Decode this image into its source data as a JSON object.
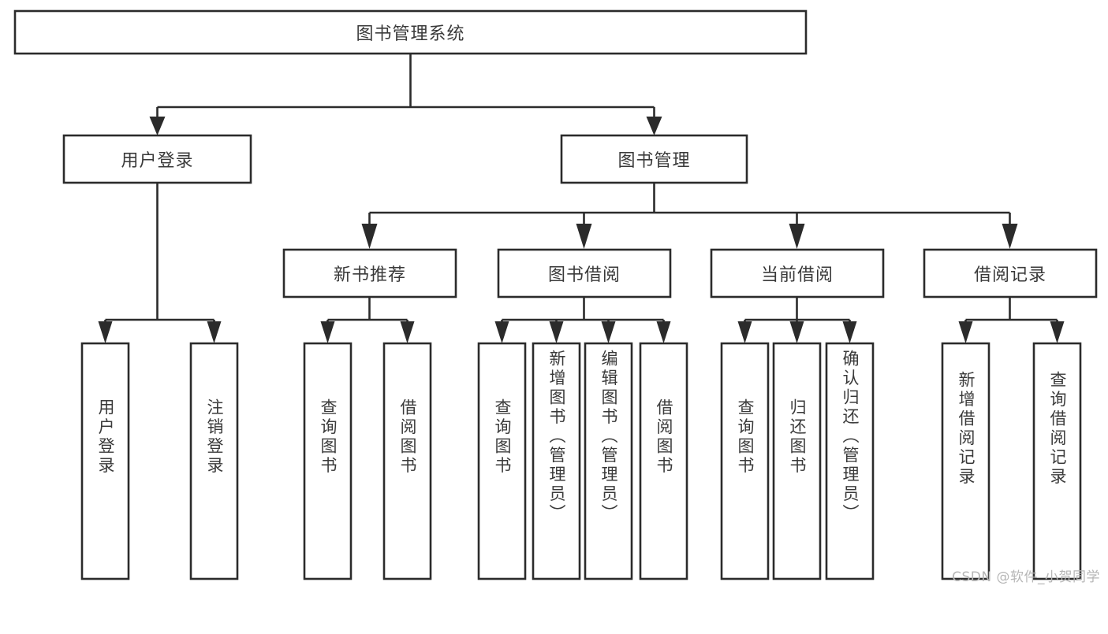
{
  "diagram": {
    "title": "图书管理系统",
    "type": "tree",
    "watermark": "CSDN @软件_小贺同学",
    "colors": {
      "stroke": "#2b2b2b",
      "fill": "#ffffff",
      "text": "#3a3a3a",
      "background": "#ffffff",
      "watermark": "#b6b6b6"
    },
    "nodes": {
      "root": {
        "label": "图书管理系统"
      },
      "level2": [
        {
          "id": "user-login",
          "label": "用户登录"
        },
        {
          "id": "book-manage",
          "label": "图书管理"
        }
      ],
      "level3": [
        {
          "id": "new-book-recommend",
          "label": "新书推荐"
        },
        {
          "id": "book-borrow",
          "label": "图书借阅"
        },
        {
          "id": "current-borrow",
          "label": "当前借阅"
        },
        {
          "id": "borrow-record",
          "label": "借阅记录"
        }
      ],
      "leaves": {
        "user-login": [
          {
            "id": "leaf-user-login",
            "label": "用户登录"
          },
          {
            "id": "leaf-logout",
            "label": "注销登录"
          }
        ],
        "new-book-recommend": [
          {
            "id": "leaf-query-book-1",
            "label": "查询图书"
          },
          {
            "id": "leaf-borrow-book-1",
            "label": "借阅图书"
          }
        ],
        "book-borrow": [
          {
            "id": "leaf-query-book-2",
            "label": "查询图书"
          },
          {
            "id": "leaf-add-book",
            "label": "新增图书（管理员）"
          },
          {
            "id": "leaf-edit-book",
            "label": "编辑图书（管理员）"
          },
          {
            "id": "leaf-borrow-book-2",
            "label": "借阅图书"
          }
        ],
        "current-borrow": [
          {
            "id": "leaf-query-book-3",
            "label": "查询图书"
          },
          {
            "id": "leaf-return-book",
            "label": "归还图书"
          },
          {
            "id": "leaf-confirm-return",
            "label": "确认归还（管理员）"
          }
        ],
        "borrow-record": [
          {
            "id": "leaf-add-record",
            "label": "新增借阅记录"
          },
          {
            "id": "leaf-query-record",
            "label": "查询借阅记录"
          }
        ]
      }
    },
    "edges": [
      {
        "from": "root",
        "to": "user-login"
      },
      {
        "from": "root",
        "to": "book-manage"
      },
      {
        "from": "book-manage",
        "to": "new-book-recommend"
      },
      {
        "from": "book-manage",
        "to": "book-borrow"
      },
      {
        "from": "book-manage",
        "to": "current-borrow"
      },
      {
        "from": "book-manage",
        "to": "borrow-record"
      },
      {
        "from": "user-login",
        "to": "leaf-user-login"
      },
      {
        "from": "user-login",
        "to": "leaf-logout"
      },
      {
        "from": "new-book-recommend",
        "to": "leaf-query-book-1"
      },
      {
        "from": "new-book-recommend",
        "to": "leaf-borrow-book-1"
      },
      {
        "from": "book-borrow",
        "to": "leaf-query-book-2"
      },
      {
        "from": "book-borrow",
        "to": "leaf-add-book"
      },
      {
        "from": "book-borrow",
        "to": "leaf-edit-book"
      },
      {
        "from": "book-borrow",
        "to": "leaf-borrow-book-2"
      },
      {
        "from": "current-borrow",
        "to": "leaf-query-book-3"
      },
      {
        "from": "current-borrow",
        "to": "leaf-return-book"
      },
      {
        "from": "current-borrow",
        "to": "leaf-confirm-return"
      },
      {
        "from": "borrow-record",
        "to": "leaf-add-record"
      },
      {
        "from": "borrow-record",
        "to": "leaf-query-record"
      }
    ]
  }
}
